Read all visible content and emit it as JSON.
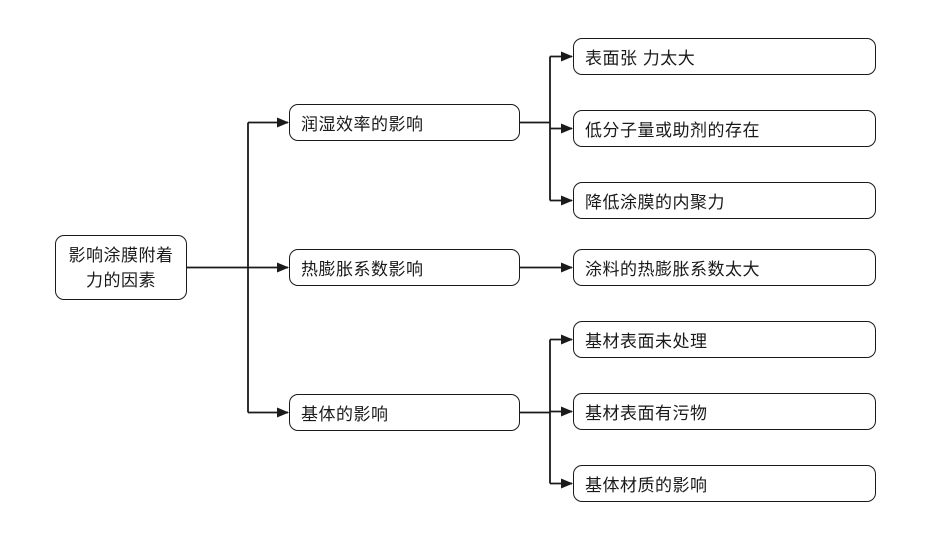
{
  "colors": {
    "line": "#1a1a1a",
    "box_border": "#1a1a1a",
    "background": "#ffffff",
    "text": "#1a1a1a"
  },
  "diagram": {
    "root": {
      "label_line1": "影响涂膜附着",
      "label_line2": "力的因素"
    },
    "branches": [
      {
        "label": "润湿效率的影响",
        "children": [
          "表面张 力太大",
          "低分子量或助剂的存在",
          "降低涂膜的内聚力"
        ]
      },
      {
        "label": "热膨胀系数影响",
        "children": [
          "涂料的热膨胀系数太大"
        ]
      },
      {
        "label": "基体的影响",
        "children": [
          "基材表面未处理",
          "基材表面有污物",
          "基体材质的影响"
        ]
      }
    ]
  }
}
